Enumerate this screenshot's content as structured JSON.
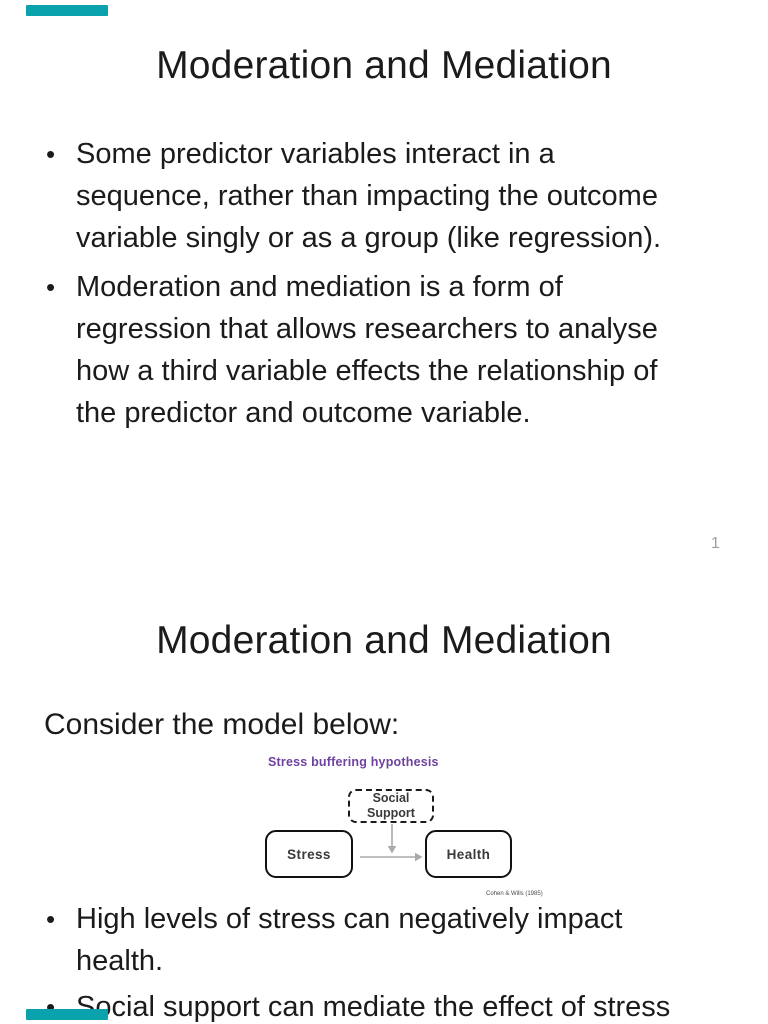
{
  "bullet_char": "•",
  "slide1": {
    "title": "Moderation and Mediation",
    "bullets": [
      "Some predictor variables interact in a\nsequence, rather than impacting the outcome\nvariable singly or as a group (like regression).",
      "Moderation and mediation is a form of\nregression that allows researchers to analyse\nhow a third variable effects the relationship of\nthe predictor and outcome variable."
    ],
    "page_number": "1"
  },
  "slide2": {
    "title": "Moderation and Mediation",
    "intro": "Consider the model below:",
    "diagram": {
      "heading": "Stress buffering hypothesis",
      "box_mediator": "Social\nSupport",
      "box_predictor": "Stress",
      "box_outcome": "Health",
      "citation": "Cohen & Wills (1985)"
    },
    "bullets": [
      "High levels of stress can negatively impact\nhealth.",
      "Social support can mediate the effect of stress"
    ]
  },
  "colors": {
    "body_text": "#1b1b1b",
    "diagram_heading_purple": "#6f42a0",
    "diagram_arrow_gray": "#aaaaaa",
    "box_text_gray": "#3a3a3a",
    "page_number_gray": "#a0a0a0",
    "placeholder_bar_teal": "#0aa3ad"
  }
}
